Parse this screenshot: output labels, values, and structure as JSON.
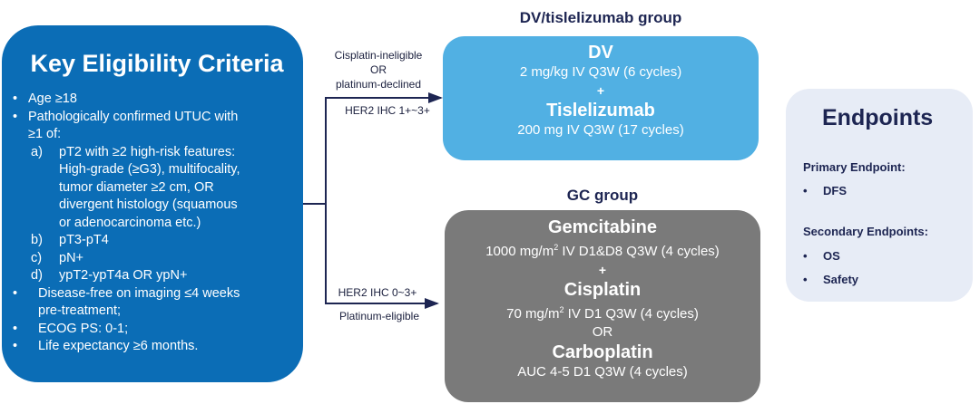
{
  "criteria": {
    "title": "Key Eligibility Criteria",
    "items": [
      "Age ≥18",
      "Pathologically confirmed UTUC with",
      "≥1 of:",
      "pT2 with ≥2 high-risk features:",
      "High-grade (≥G3), multifocality,",
      "tumor diameter ≥2 cm, OR",
      "divergent histology (squamous",
      "or adenocarcinoma etc.)",
      "pT3-pT4",
      "pN+",
      "ypT2-ypT4a OR ypN+",
      "Disease-free on imaging ≤4 weeks",
      "pre-treatment;",
      "ECOG PS: 0-1;",
      "Life expectancy ≥6 months."
    ],
    "letters": [
      "a)",
      "b)",
      "c)",
      "d)"
    ]
  },
  "branches": {
    "upper_top": [
      "Cisplatin-ineligible",
      "OR",
      "platinum-declined"
    ],
    "upper_bottom": "HER2 IHC 1+~3+",
    "lower_top": "HER2 IHC 0~3+",
    "lower_bottom": "Platinum-eligible"
  },
  "dv_group": {
    "title": "DV/tislelizumab group",
    "drug1": "DV",
    "dose1": "2 mg/kg IV Q3W (6 cycles)",
    "plus": "+",
    "drug2": "Tislelizumab",
    "dose2": "200 mg IV Q3W (17 cycles)"
  },
  "gc_group": {
    "title": "GC group",
    "drug1": "Gemcitabine",
    "dose1a": "1000 mg/m",
    "dose1b": " IV D1&D8 Q3W (4 cycles)",
    "sup": "2",
    "plus": "+",
    "drug2": "Cisplatin",
    "dose2a": "70 mg/m",
    "dose2b": " IV D1 Q3W (4 cycles)",
    "or": "OR",
    "drug3": "Carboplatin",
    "dose3": "AUC 4-5 D1 Q3W (4 cycles)"
  },
  "endpoints": {
    "title": "Endpoints",
    "primary_label": "Primary Endpoint:",
    "primary": [
      "DFS"
    ],
    "secondary_label": "Secondary Endpoints:",
    "secondary": [
      "OS",
      "Safety"
    ],
    "bullet": "•"
  },
  "colors": {
    "criteria": "#0b6db6",
    "dv": "#51b0e3",
    "gc": "#7a7a7a",
    "endpoints": "#e7ecf6",
    "line": "#1d2552"
  }
}
